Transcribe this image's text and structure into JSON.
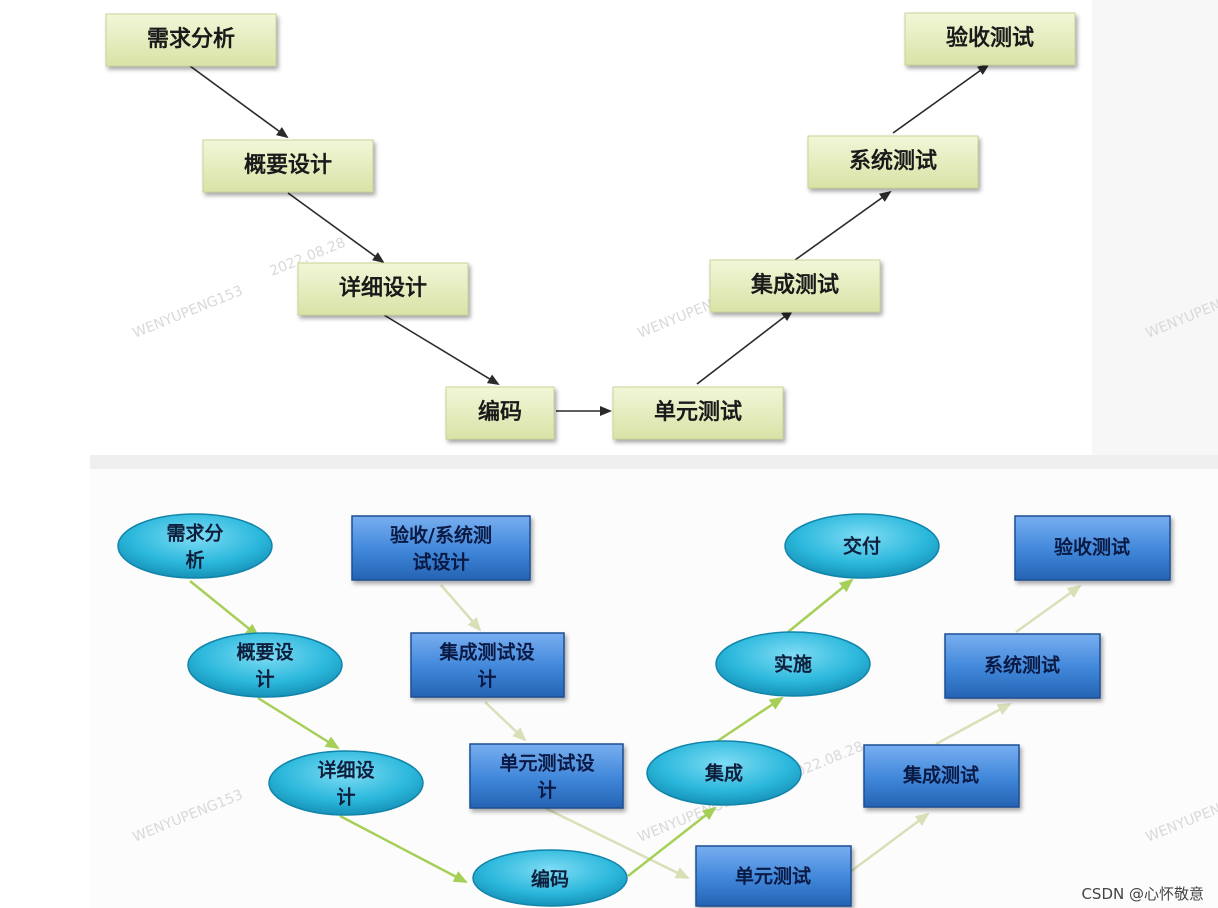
{
  "top_diagram": {
    "boxes": [
      {
        "id": "req",
        "label": "需求分析"
      },
      {
        "id": "outline",
        "label": "概要设计"
      },
      {
        "id": "detail",
        "label": "详细设计"
      },
      {
        "id": "code",
        "label": "编码"
      },
      {
        "id": "unit",
        "label": "单元测试"
      },
      {
        "id": "integ",
        "label": "集成测试"
      },
      {
        "id": "system",
        "label": "系统测试"
      },
      {
        "id": "accept",
        "label": "验收测试"
      }
    ]
  },
  "bottom_diagram": {
    "ellipses": [
      {
        "id": "req",
        "label_lines": [
          "需求分",
          "析"
        ]
      },
      {
        "id": "outline",
        "label_lines": [
          "概要设",
          "计"
        ]
      },
      {
        "id": "detail",
        "label_lines": [
          "详细设",
          "计"
        ]
      },
      {
        "id": "code",
        "label_lines": [
          "编码"
        ]
      },
      {
        "id": "integrate",
        "label_lines": [
          "集成"
        ]
      },
      {
        "id": "implement",
        "label_lines": [
          "实施"
        ]
      },
      {
        "id": "deliver",
        "label_lines": [
          "交付"
        ]
      }
    ],
    "rects": [
      {
        "id": "accept-sys-design",
        "label_lines": [
          "验收/系统测",
          "试设计"
        ]
      },
      {
        "id": "integ-design",
        "label_lines": [
          "集成测试设",
          "计"
        ]
      },
      {
        "id": "unit-design",
        "label_lines": [
          "单元测试设",
          "计"
        ]
      },
      {
        "id": "unit-test",
        "label_lines": [
          "单元测试"
        ]
      },
      {
        "id": "integ-test",
        "label_lines": [
          "集成测试"
        ]
      },
      {
        "id": "system-test",
        "label_lines": [
          "系统测试"
        ]
      },
      {
        "id": "accept-test",
        "label_lines": [
          "验收测试"
        ]
      }
    ]
  },
  "watermarks": [
    "WENYUPENG153",
    "2022.08.28"
  ],
  "credit": "CSDN @心怀敬意",
  "colors": {
    "top_box_fill": "#e6edc0",
    "ellipse_fill": "#2bb8dc",
    "rect_fill": "#3f86d9",
    "green_arrow": "#a6cf57",
    "pale_arrow": "#d8e0b8"
  }
}
